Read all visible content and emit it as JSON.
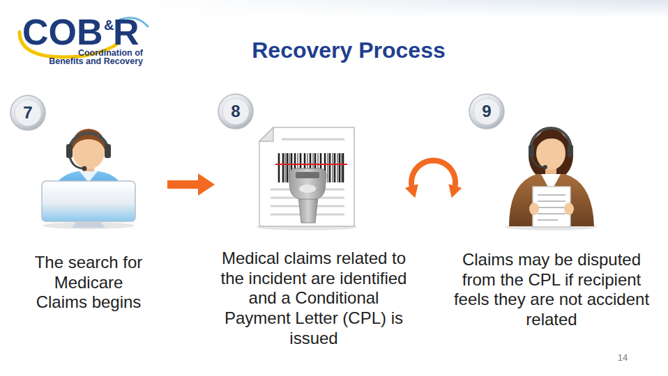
{
  "diagram": {
    "title": "Recovery Process",
    "nodes": [
      {
        "text": [
          "7",
          "The search for Medicare Claims begins"
        ]
      },
      {
        "text": [
          "8",
          "Medical claims related to the incident are identified and a Conditional Payment Letter (CPL) is issued"
        ]
      },
      {
        "text": [
          "9",
          "Claims may be disputed from the CPL if recipient feels they are not accident related"
        ]
      }
    ],
    "edges": [
      {
        "from": 0,
        "to": 1,
        "arrow": "to"
      },
      {
        "from": 1,
        "to": 2,
        "arrow": "both"
      }
    ],
    "labels": [
      "COB",
      "&",
      "R",
      "Coordination of Benefits and Recovery",
      "14"
    ]
  }
}
